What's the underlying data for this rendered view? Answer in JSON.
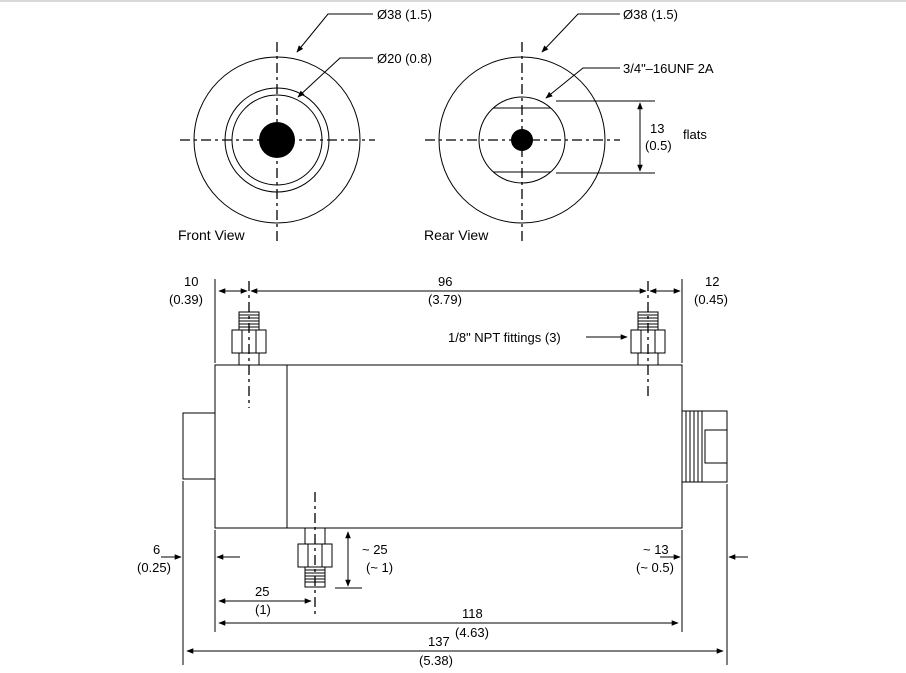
{
  "front_view": {
    "title": "Front View",
    "outer_dia": "Ø38 (1.5)",
    "inner_dia": "Ø20 (0.8)"
  },
  "rear_view": {
    "title": "Rear View",
    "outer_dia": "Ø38 (1.5)",
    "thread": "3/4\"–16UNF 2A",
    "flats_mm": "13",
    "flats_in": "(0.5)",
    "flats_label": "flats"
  },
  "side_view": {
    "dim_left_fitting_mm": "10",
    "dim_left_fitting_in": "(0.39)",
    "dim_fitting_spacing_mm": "96",
    "dim_fitting_spacing_in": "(3.79)",
    "dim_right_fitting_mm": "12",
    "dim_right_fitting_in": "(0.45)",
    "fittings_note": "1/8\" NPT fittings (3)",
    "dim_left_cap_mm": "6",
    "dim_left_cap_in": "(0.25)",
    "dim_bottom_fitting_height_mm": "~ 25",
    "dim_bottom_fitting_height_in": "(~ 1)",
    "dim_right_thread_mm": "~ 13",
    "dim_right_thread_in": "(~ 0.5)",
    "dim_bottom_fitting_pos_mm": "25",
    "dim_bottom_fitting_pos_in": "(1)",
    "dim_body_length_mm": "118",
    "dim_body_length_in": "(4.63)",
    "dim_overall_length_mm": "137",
    "dim_overall_length_in": "(5.38)"
  }
}
